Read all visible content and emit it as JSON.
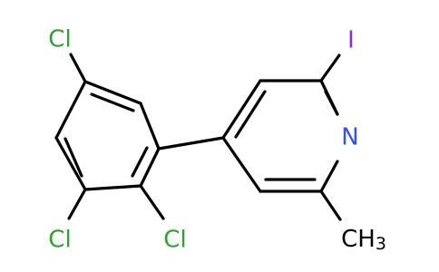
{
  "atoms": {
    "cl_top": {
      "symbol": "Cl",
      "color": "#2fa12f"
    },
    "cl_bottom_left": {
      "symbol": "Cl",
      "color": "#2fa12f"
    },
    "cl_bottom_right": {
      "symbol": "Cl",
      "color": "#2fa12f"
    },
    "iodine": {
      "symbol": "I",
      "color": "#8a2be2"
    },
    "nitrogen": {
      "symbol": "N",
      "color": "#3050f8"
    },
    "methyl": {
      "symbol": "CH",
      "subscript": "3",
      "color": "#000000"
    }
  },
  "colors": {
    "bond": "#000000",
    "background": "#ffffff"
  }
}
